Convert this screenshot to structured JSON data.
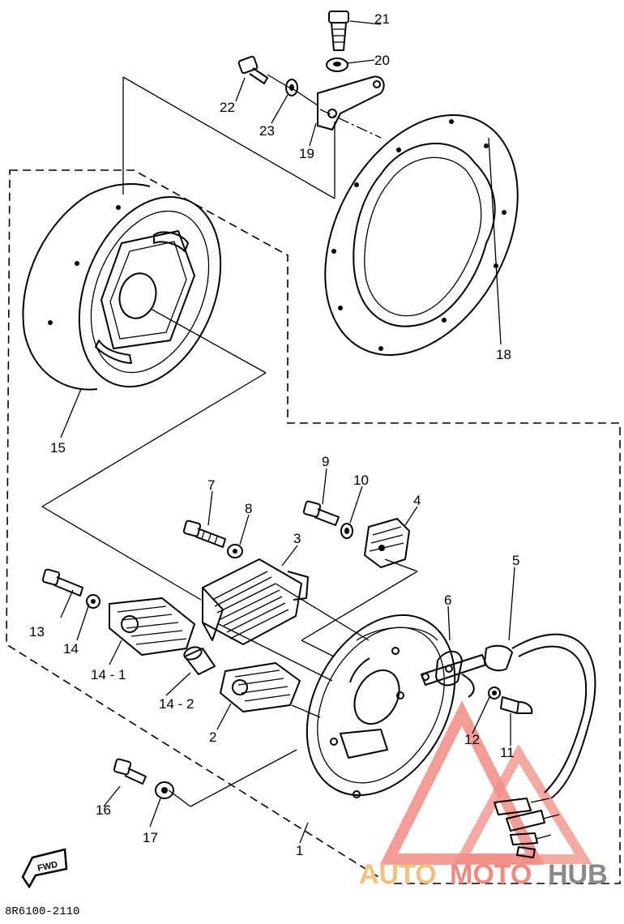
{
  "diagram_code": "8R6100-2110",
  "fwd_label": "FWD",
  "watermark": {
    "auto": "AUTO",
    "moto": "MOTO",
    "hub": "HUB",
    "colors": {
      "auto": "#f2c27a",
      "moto": "#f08a80",
      "hub": "#8a8a8a",
      "triangle": "#f28c84"
    }
  },
  "callouts": {
    "c1": "1",
    "c2": "2",
    "c3": "3",
    "c4": "4",
    "c5": "5",
    "c6": "6",
    "c7": "7",
    "c8": "8",
    "c9": "9",
    "c10": "10",
    "c11": "11",
    "c12": "12",
    "c13": "13",
    "c14": "14",
    "c14_1": "14 - 1",
    "c14_2": "14 - 2",
    "c15": "15",
    "c16": "16",
    "c17": "17",
    "c18": "18",
    "c19": "19",
    "c20": "20",
    "c21": "21",
    "c22": "22",
    "c23": "23"
  }
}
